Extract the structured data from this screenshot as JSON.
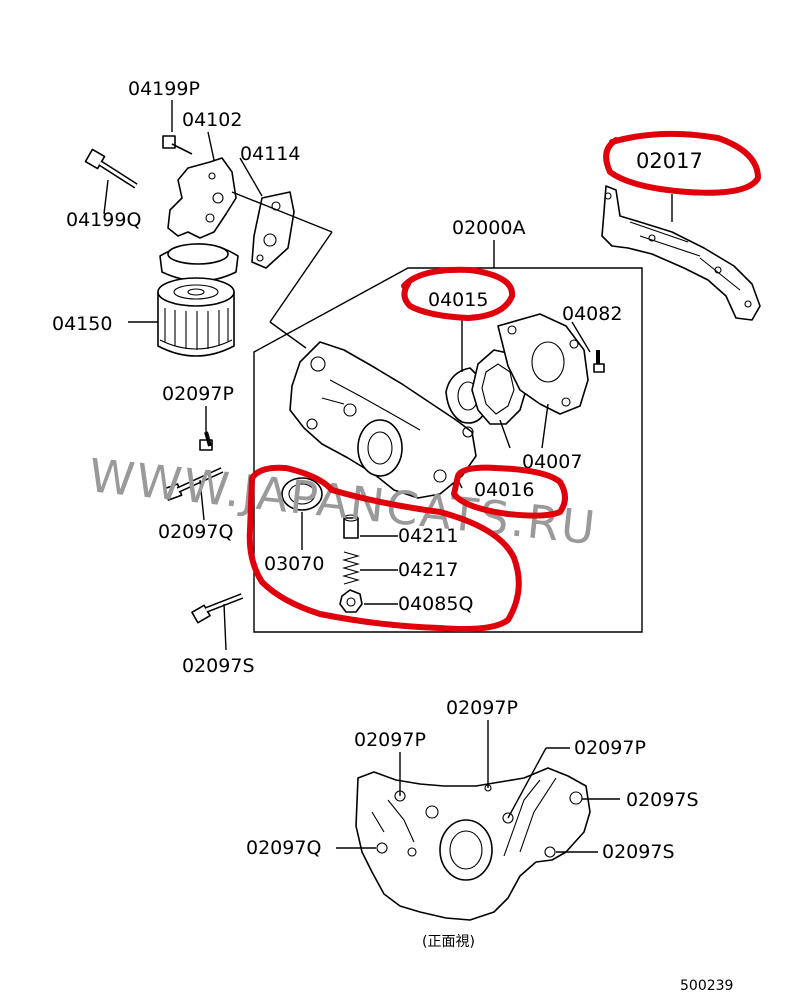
{
  "labels": {
    "p04199P": "04199P",
    "p04102": "04102",
    "p04114": "04114",
    "p04199Q": "04199Q",
    "p04150": "04150",
    "p02000A": "02000A",
    "p02017": "02017",
    "p04015": "04015",
    "p04082": "04082",
    "p04007": "04007",
    "p04016": "04016",
    "p02097P_left": "02097P",
    "p02097Q_left": "02097Q",
    "p02097S_left": "02097S",
    "p03070": "03070",
    "p04211": "04211",
    "p04217": "04217",
    "p04085Q": "04085Q",
    "front_02097P_top": "02097P",
    "front_02097P_left": "02097P",
    "front_02097P_right": "02097P",
    "front_02097S_upper": "02097S",
    "front_02097S_lower": "02097S",
    "front_02097Q": "02097Q"
  },
  "front_view_caption": "(正面視)",
  "diagram_number": "500239",
  "watermark": "WWW.JAPANCATS.RU",
  "colors": {
    "highlight": "#e0000c",
    "watermark": "#9a9a9a",
    "line": "#000000"
  }
}
